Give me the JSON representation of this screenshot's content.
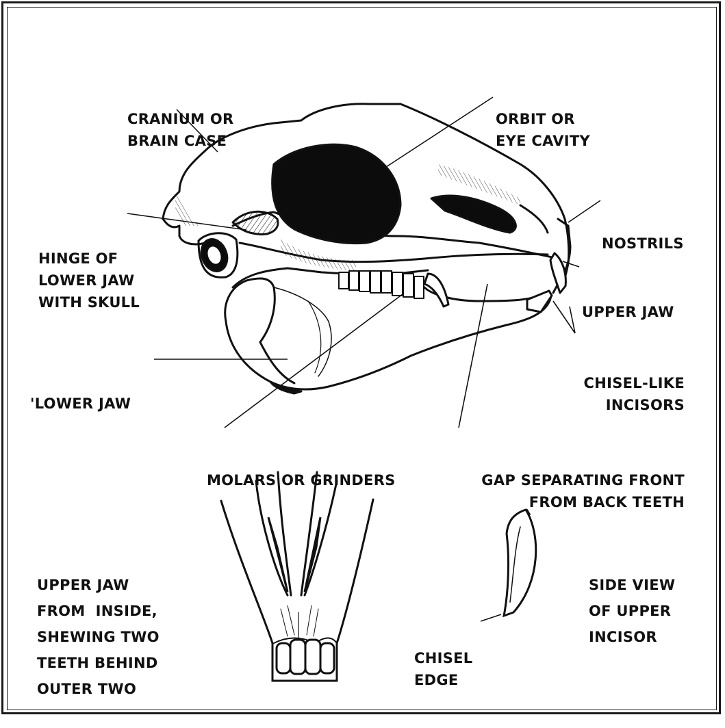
{
  "labels": {
    "cranium": [
      "CRANIUM OR",
      "BRAIN CASE"
    ],
    "orbit": [
      "ORBIT OR",
      "EYE CAVITY"
    ],
    "hinge": [
      "HINGE OF",
      "LOWER JAW",
      "WITH SKULL"
    ],
    "nostrils": [
      "NOSTRILS"
    ],
    "upper_jaw": [
      "UPPER JAW"
    ],
    "chisel_incisors": [
      "CHISEL-LIKE",
      "INCISORS"
    ],
    "lower_jaw": [
      "'LOWER JAW"
    ],
    "molars": [
      "MOLARS OR GRINDERS"
    ],
    "gap": [
      "GAP SEPARATING FRONT",
      "FROM BACK TEETH"
    ],
    "upper_jaw_inside": [
      "UPPER JAW",
      "FROM  INSIDE,",
      "SHEWING TWO",
      "TEETH BEHIND",
      "OUTER TWO"
    ],
    "side_view": [
      "SIDE VIEW",
      "OF UPPER",
      "INCISOR"
    ],
    "chisel_edge": [
      "CHISEL",
      "EDGE"
    ]
  },
  "colors": {
    "ink": "#111111",
    "paper": "#ffffff"
  }
}
